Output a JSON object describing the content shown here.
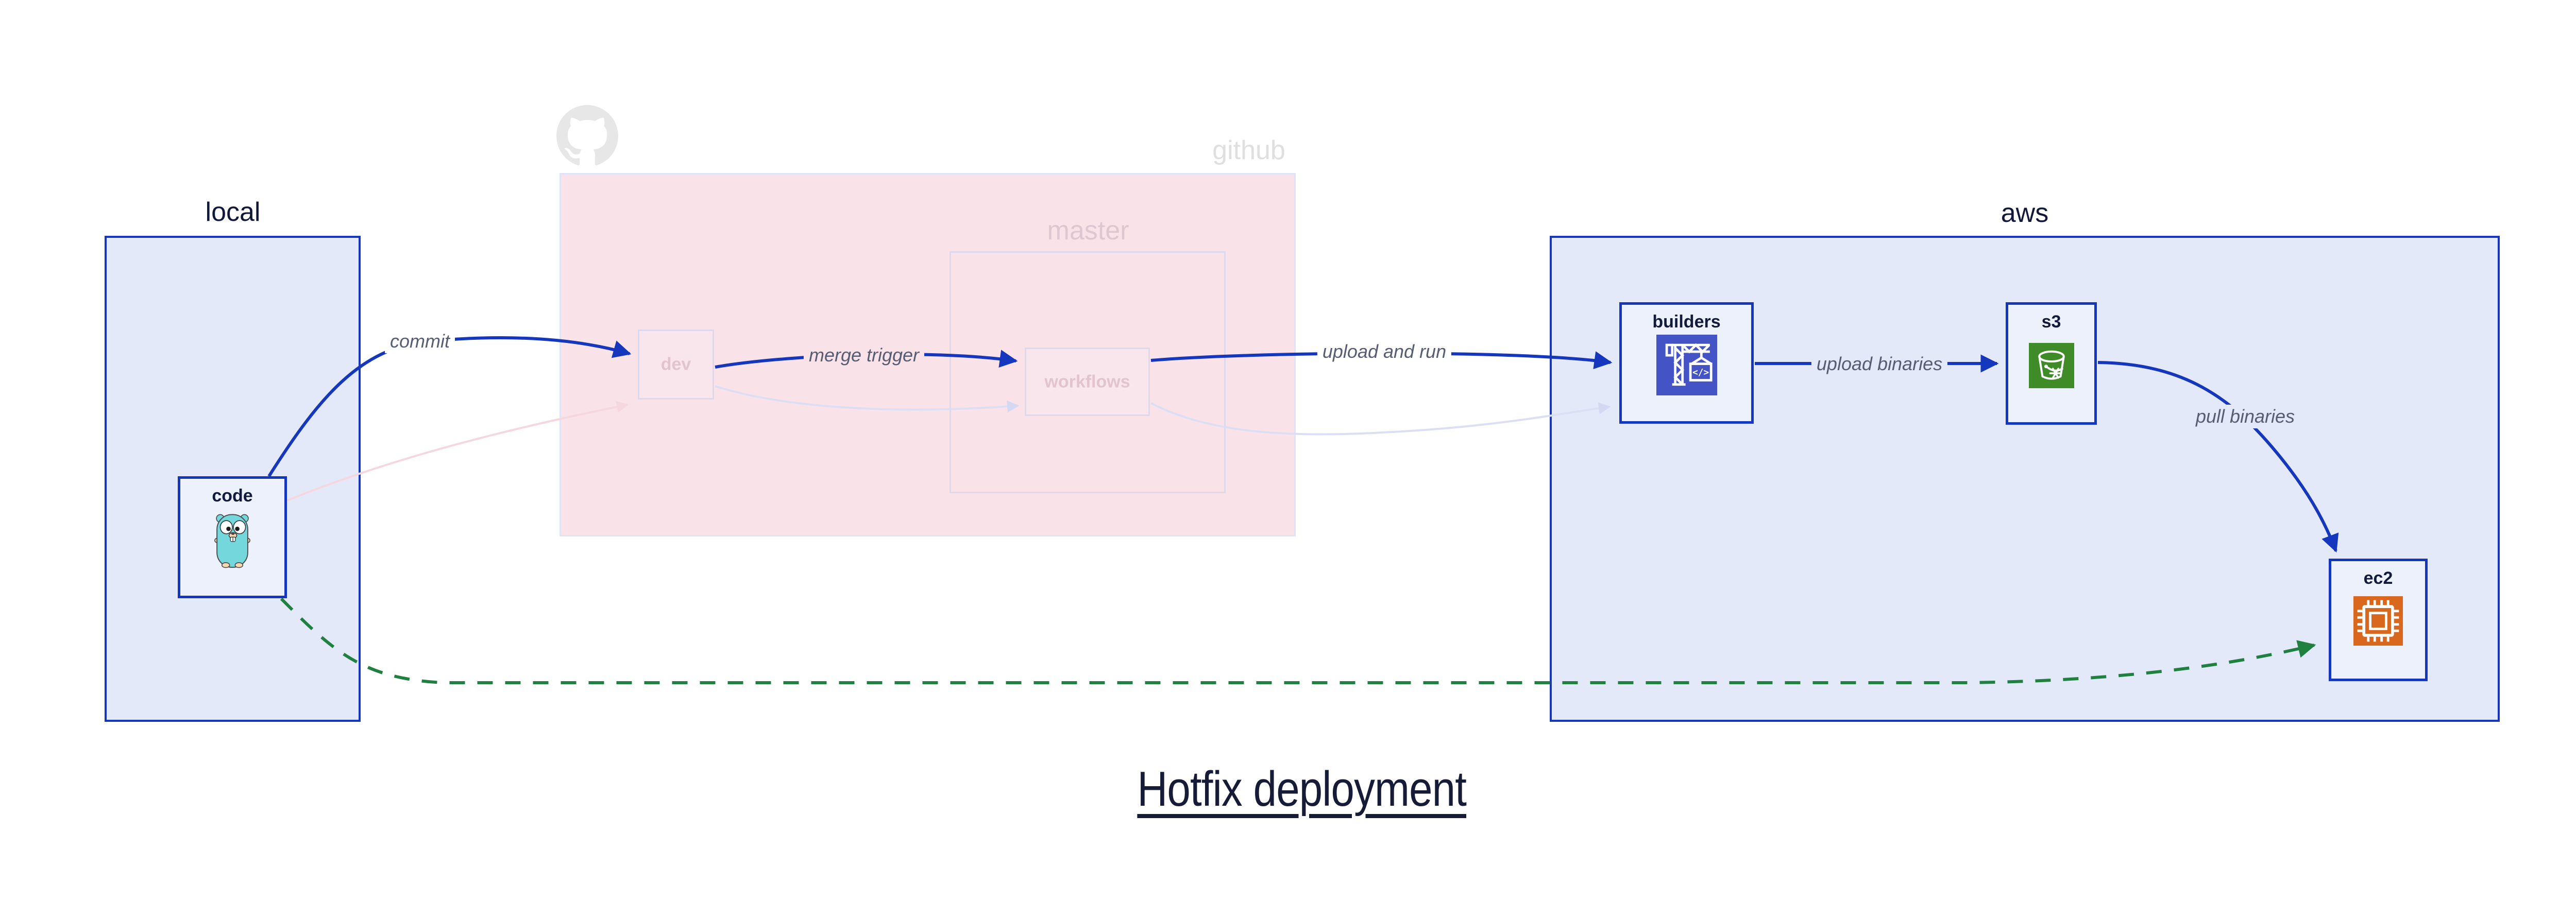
{
  "title": {
    "text": "Hotfix deployment"
  },
  "clusters": {
    "local": {
      "label": "local"
    },
    "github": {
      "label": "github"
    },
    "master": {
      "label": "master"
    },
    "aws": {
      "label": "aws"
    }
  },
  "nodes": {
    "code": {
      "label": "code",
      "icon": "gopher-icon"
    },
    "dev": {
      "label": "dev"
    },
    "workflows": {
      "label": "workflows"
    },
    "builders": {
      "label": "builders",
      "icon": "codebuild-crane-icon"
    },
    "s3": {
      "label": "s3",
      "icon": "s3-bucket-snowflake-icon"
    },
    "ec2": {
      "label": "ec2",
      "icon": "ec2-chip-icon"
    }
  },
  "edges": {
    "commit": {
      "label": "commit",
      "from": "code",
      "to": "dev",
      "style": "solid-blue"
    },
    "merge_trigger": {
      "label": "merge trigger",
      "from": "dev",
      "to": "workflows",
      "style": "solid-blue"
    },
    "upload_and_run": {
      "label": "upload and run",
      "from": "workflows",
      "to": "builders",
      "style": "solid-blue"
    },
    "upload_binaries": {
      "label": "upload binaries",
      "from": "builders",
      "to": "s3",
      "style": "solid-blue"
    },
    "pull_binaries": {
      "label": "pull binaries",
      "from": "s3",
      "to": "ec2",
      "style": "solid-blue"
    },
    "hotfix_path": {
      "label": "",
      "from": "code",
      "to": "ec2",
      "style": "dashed-green"
    },
    "faded_code_dev": {
      "label": "",
      "from": "code",
      "to": "dev",
      "style": "faded-pink"
    },
    "faded_dev_workflows": {
      "label": "",
      "from": "dev",
      "to": "workflows",
      "style": "faded-lavender"
    },
    "faded_workflows_builders": {
      "label": "",
      "from": "workflows",
      "to": "builders",
      "style": "faded-lavender"
    }
  },
  "icons": {
    "github_logo": "github-octocat-logo-icon",
    "gopher": "gopher-icon",
    "builders": "codebuild-crane-icon",
    "s3": "s3-bucket-snowflake-icon",
    "ec2": "ec2-chip-icon"
  },
  "colors": {
    "edge_blue": "#1437bd",
    "edge_green": "#1f8040",
    "faded_pink_edge": "#f6d7e0",
    "faded_lavender_edge": "#dcdff3",
    "cluster_fill_blue": "#e3e9f9",
    "cluster_fill_pink": "#f9e3e9",
    "node_fill": "#edf1fb",
    "builders_icon_bg": "#4453c5",
    "s3_icon_bg": "#3e8b27",
    "ec2_icon_bg": "#d9671d",
    "label_navy": "#12183a",
    "edge_label_gray": "#565d72"
  }
}
